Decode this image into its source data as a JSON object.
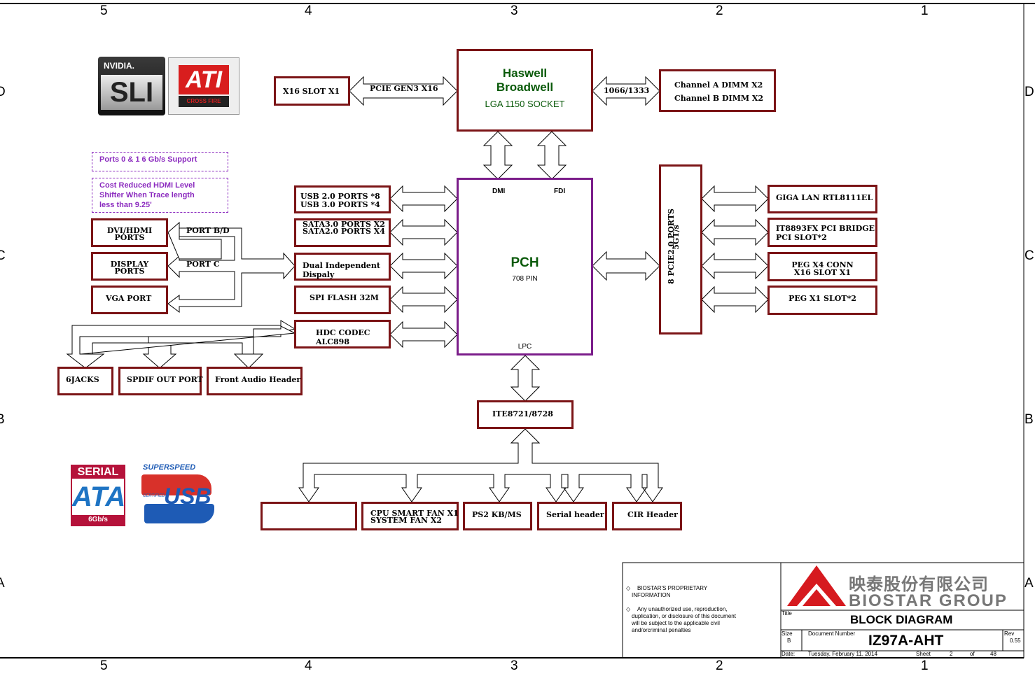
{
  "border": {
    "columns_top": [
      "5",
      "4",
      "3",
      "2",
      "1"
    ],
    "columns_bottom": [
      "5",
      "4",
      "3",
      "2",
      "1"
    ],
    "rows_left": [
      "D",
      "C",
      "B",
      "A"
    ],
    "rows_right": [
      "D",
      "C",
      "B",
      "A"
    ]
  },
  "logos": {
    "nvidia_brand": "NVIDIA.",
    "sli": "SLI",
    "ati": "ATI",
    "crossfire": "CROSS FIRE",
    "sata_serial": "SERIAL",
    "sata_ata": "ATA",
    "sata_speed": "6Gb/s",
    "usb_superspeed": "SUPERSPEED",
    "usb_certified": "CERTIFIED",
    "usb_text": "USB"
  },
  "notes": {
    "ports_support": "Ports 0 & 1 6 Gb/s Support",
    "hdmi_line1": "Cost Reduced HDMI Level",
    "hdmi_line2": "Shifter When Trace length",
    "hdmi_line3": "less than 9.25'"
  },
  "cpu": {
    "line1": "Haswell",
    "line2": "Broadwell",
    "line3": "LGA 1150 SOCKET"
  },
  "pch": {
    "title": "PCH",
    "pins": "708 PIN",
    "dmi": "DMI",
    "fdi": "FDI",
    "lpc": "LPC"
  },
  "boxes": {
    "x16_slot": "X16 SLOT X1",
    "dimm_a": "Channel A DIMM X2",
    "dimm_b": "Channel B DIMM X2",
    "usb_line1": "USB 2.0 PORTS *8",
    "usb_line2": "USB 3.0 PORTS *4",
    "sata_line1": "SATA3.0 PORTS X2",
    "sata_line2": "SATA2.0 PORTS X4",
    "dual_line1": "Dual Independent",
    "dual_line2": "Dispaly",
    "spi": "SPI FLASH 32M",
    "hdc_line1": "HDC CODEC",
    "hdc_line2": "ALC898",
    "dvi_line1": "DVI/HDMI",
    "dvi_line2": "PORTS",
    "dp_line1": "DISPLAY",
    "dp_line2": "PORTS",
    "vga": "VGA PORT",
    "jacks": "6JACKS",
    "spdif": "SPDIF OUT PORT",
    "front_audio": "Front Audio Header",
    "pcie_ports": "8 PCIE2.0 PORTS",
    "pcie_speed": "5GT/s",
    "giga_lan": "GIGA LAN RTL8111EL",
    "pci_bridge_line1": "IT8893FX PCI BRIDGE",
    "pci_bridge_line2": "PCI SLOT*2",
    "peg_x4_line1": "PEG X4 CONN",
    "peg_x4_line2": "X16 SLOT X1",
    "peg_x1": "PEG X1 SLOT*2",
    "ite": "ITE8721/8728",
    "blank": "",
    "fan_line1": "CPU SMART FAN X1",
    "fan_line2": "SYSTEM FAN X2",
    "ps2": "PS2 KB/MS",
    "serial": "Serial header",
    "cir": "CIR Header"
  },
  "arrow_labels": {
    "pcie_gen3": "PCIE GEN3 X16",
    "mem_speed": "1066/1333",
    "port_bd": "PORT B/D",
    "port_c": "PORT C"
  },
  "title_block": {
    "notice1_line1": "BIOSTAR'S PROPRIETARY",
    "notice1_line2": "INFORMATION",
    "notice2_line1": "Any unauthorized use, reproduction,",
    "notice2_line2": "duplication, or disclosure of this document",
    "notice2_line3": "will be subject to the applicable civil",
    "notice2_line4": "and/orcriminal penalties",
    "company_cn": "映泰股份有限公司",
    "company_en": "BIOSTAR GROUP",
    "title_label": "Title",
    "title": "BLOCK DIAGRAM",
    "size_label": "Size",
    "size": "B",
    "docnum_label": "Document Number",
    "docnum": "IZ97A-AHT",
    "rev_label": "Rev",
    "rev": "0.55",
    "date_label": "Date:",
    "date": "Tuesday, February 11, 2014",
    "sheet_label": "Sheet",
    "sheet": "2",
    "of_label": "of",
    "sheet_total": "48"
  },
  "colors": {
    "box_border": "#7b1416",
    "pch_border": "#7b1d8a",
    "cpu_text": "#0a5a0a",
    "note_text": "#8b2bbf"
  }
}
